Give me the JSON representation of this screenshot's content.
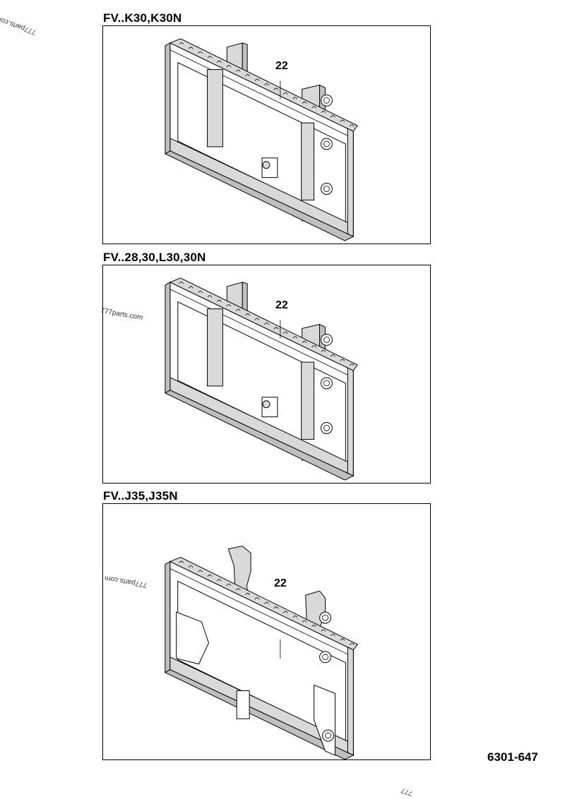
{
  "panels": [
    {
      "title": "FV..K30,K30N",
      "callout": "22",
      "variant": "standard"
    },
    {
      "title": "FV..28,30,L30,30N",
      "callout": "22",
      "variant": "standard"
    },
    {
      "title": "FV..J35,J35N",
      "callout": "22",
      "variant": "hook"
    }
  ],
  "drawing_number": "6301-647",
  "watermarks": {
    "top_left": "777parts.com",
    "mid_left": "777parts.com",
    "mid_left_mirrored": "777parts.com",
    "bottom": "777"
  }
}
